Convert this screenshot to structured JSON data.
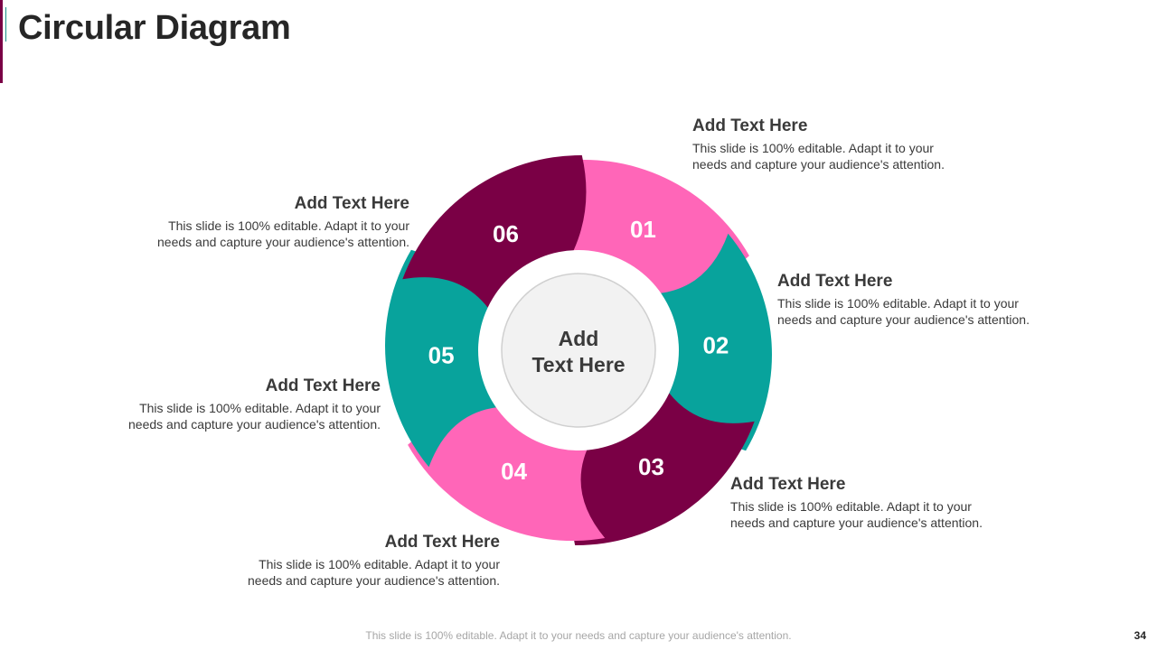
{
  "slide": {
    "title": "Circular Diagram",
    "center_text": [
      "Add",
      "Text Here"
    ],
    "footer_note": "This slide is 100% editable. Adapt it to your needs and capture your audience's attention.",
    "page_number": "34"
  },
  "colors": {
    "pink": "#ff66b8",
    "teal": "#08a39c",
    "maroon": "#7a0045",
    "center_fill": "#f2f2f2",
    "center_stroke": "#d0d0d0"
  },
  "segments": [
    {
      "number": "01",
      "color": "pink",
      "heading": "Add Text Here",
      "body": "This slide is 100% editable. Adapt it to your needs and capture your audience's attention."
    },
    {
      "number": "02",
      "color": "teal",
      "heading": "Add Text Here",
      "body": "This slide is 100% editable. Adapt it to your needs and capture your audience's attention."
    },
    {
      "number": "03",
      "color": "maroon",
      "heading": "Add Text Here",
      "body": "This slide is 100% editable. Adapt it to your needs and capture your audience's attention."
    },
    {
      "number": "04",
      "color": "pink",
      "heading": "Add Text Here",
      "body": "This slide is 100% editable. Adapt it to your needs and capture your audience's attention."
    },
    {
      "number": "05",
      "color": "teal",
      "heading": "Add Text Here",
      "body": "This slide is 100% editable. Adapt it to your needs and capture your audience's attention."
    },
    {
      "number": "06",
      "color": "maroon",
      "heading": "Add Text Here",
      "body": "This slide is 100% editable. Adapt it to your needs and capture your audience's attention."
    }
  ]
}
